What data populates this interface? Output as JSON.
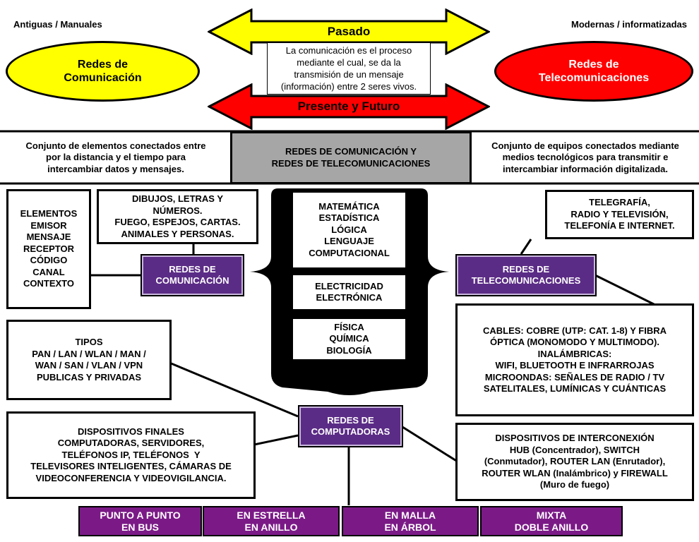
{
  "top": {
    "left_label": "Antiguas / Manuales",
    "right_label": "Modernas / informatizadas",
    "arrow_past": "Pasado",
    "arrow_future": "Presente y Futuro",
    "definition": [
      "La comunicación es el proceso",
      "mediante el cual, se da la",
      "transmisión de un mensaje",
      "(información) entre 2 seres vivos."
    ],
    "ellipse_left": [
      "Redes de",
      "Comunicación"
    ],
    "ellipse_right": [
      "Redes de",
      "Telecomunicaciones"
    ]
  },
  "band": {
    "left": [
      "Conjunto de elementos conectados entre",
      "por la distancia y el tiempo para",
      "intercambiar datos y mensajes."
    ],
    "center": [
      "REDES DE COMUNICACIÓN Y",
      "REDES DE TELECOMUNICACIONES"
    ],
    "right": [
      "Conjunto de equipos conectados mediante",
      "medios tecnológicos para transmitir e",
      "intercambiar información digitalizada."
    ]
  },
  "boxes": {
    "elementos": [
      "ELEMENTOS",
      "",
      "EMISOR",
      "MENSAJE",
      "RECEPTOR",
      "",
      "CÓDIGO",
      "CANAL",
      "CONTEXTO"
    ],
    "dibujos": [
      "DIBUJOS, LETRAS Y",
      "NÚMEROS.",
      "FUEGO, ESPEJOS, CARTAS.",
      "ANIMALES Y PERSONAS."
    ],
    "redes_comunicacion": [
      "REDES DE",
      "COMUNICACIÓN"
    ],
    "telegrafia": [
      "TELEGRAFÍA,",
      "RADIO Y TELEVISIÓN,",
      "TELEFONÍA E INTERNET."
    ],
    "redes_telecom": [
      "REDES DE",
      "TELECOMUNICACIONES"
    ],
    "cables": [
      "CABLES: COBRE (UTP: CAT. 1-8) Y FIBRA",
      "ÓPTICA (MONOMODO Y MULTIMODO).",
      "",
      "INALÁMBRICAS:",
      "WIFI, BLUETOOTH E INFRARROJAS",
      "",
      "MICROONDAS: SEÑALES DE RADIO / TV",
      "",
      "SATELITALES, LUMÍNICAS Y CUÁNTICAS"
    ],
    "matematica": [
      "MATEMÁTICA",
      "ESTADÍSTICA",
      "LÓGICA",
      "LENGUAJE",
      "COMPUTACIONAL"
    ],
    "electricidad": [
      "ELECTRICIDAD",
      "ELECTRÓNICA"
    ],
    "fisica": [
      "FÍSICA",
      "QUÍMICA",
      "BIOLOGÍA"
    ],
    "tipos": [
      "TIPOS",
      "",
      "PAN / LAN / WLAN / MAN /",
      "WAN / SAN / VLAN / VPN",
      "",
      "PUBLICAS Y PRIVADAS"
    ],
    "redes_computadoras": [
      "REDES DE",
      "COMPUTADORAS"
    ],
    "dispositivos_finales": [
      "DISPOSITIVOS FINALES",
      "",
      "COMPUTADORAS, SERVIDORES,",
      "TELÉFONOS IP, TELÉFONOS  Y",
      "TELEVISORES INTELIGENTES, CÁMARAS DE",
      "VIDEOCONFERENCIA Y VIDEOVIGILANCIA."
    ],
    "dispositivos_interconexion": [
      "DISPOSITIVOS DE INTERCONEXIÓN",
      "",
      "HUB (Concentrador), SWITCH",
      "(Conmutador), ROUTER LAN (Enrutador),",
      "ROUTER WLAN (Inalámbrico) y FIREWALL",
      "(Muro de fuego)"
    ]
  },
  "topologias": [
    [
      "PUNTO A PUNTO",
      "EN BUS"
    ],
    [
      "EN ESTRELLA",
      "EN ANILLO"
    ],
    [
      "EN MALLA",
      "EN ÁRBOL"
    ],
    [
      "MIXTA",
      "DOBLE ANILLO"
    ]
  ],
  "colors": {
    "yellow": "#ffff00",
    "red": "#ff0000",
    "purple": "#5b2c86",
    "magenta_purple": "#7b1a87",
    "gray": "#a6a6a6"
  }
}
